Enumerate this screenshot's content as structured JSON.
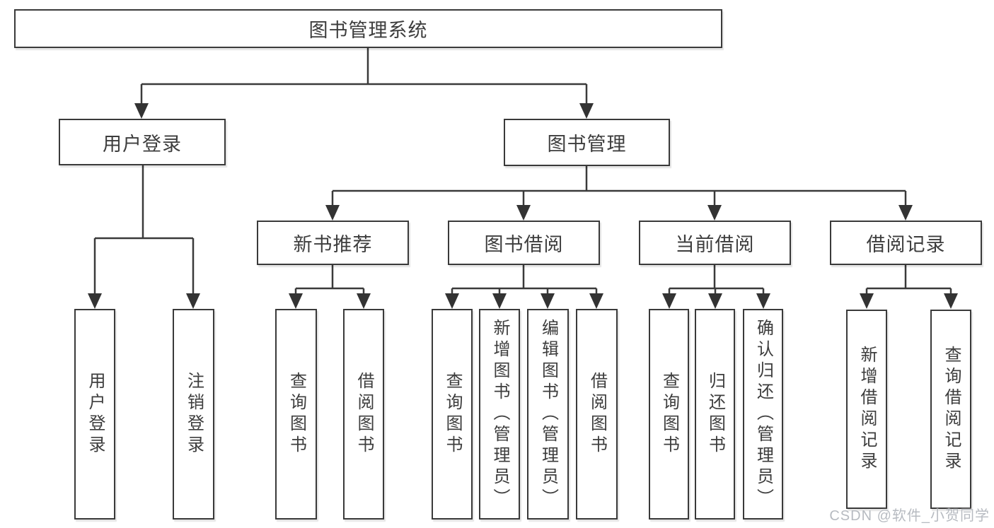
{
  "colors": {
    "line": "#3a3a3a",
    "box_border": "#3a3a3a",
    "text": "#3d3d3d",
    "background": "#ffffff",
    "watermark": "#b7bbc1"
  },
  "watermark": {
    "text": "CSDN @软件_小贺同学"
  },
  "tree": {
    "label": "图书管理系统",
    "children": [
      {
        "label": "用户登录",
        "children": [
          {
            "label": "用户登录"
          },
          {
            "label": "注销登录"
          }
        ]
      },
      {
        "label": "图书管理",
        "children": [
          {
            "label": "新书推荐",
            "children": [
              {
                "label": "查询图书"
              },
              {
                "label": "借阅图书"
              }
            ]
          },
          {
            "label": "图书借阅",
            "children": [
              {
                "label": "查询图书"
              },
              {
                "label": "新增图书（管理员）"
              },
              {
                "label": "编辑图书（管理员）"
              },
              {
                "label": "借阅图书"
              }
            ]
          },
          {
            "label": "当前借阅",
            "children": [
              {
                "label": "查询图书"
              },
              {
                "label": "归还图书"
              },
              {
                "label": "确认归还（管理员）"
              }
            ]
          },
          {
            "label": "借阅记录",
            "children": [
              {
                "label": "新增借阅记录"
              },
              {
                "label": "查询借阅记录"
              }
            ]
          }
        ]
      }
    ]
  }
}
